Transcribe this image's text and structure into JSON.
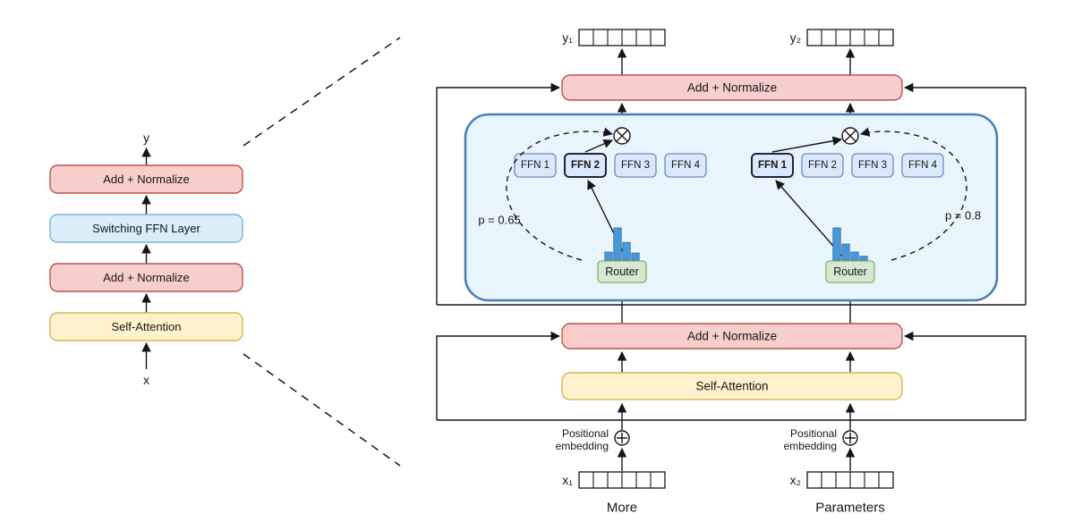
{
  "palette": {
    "norm_fill": "#f8cecc",
    "norm_stroke": "#b85450",
    "attn_fill": "#fff2cc",
    "attn_stroke": "#d6b656",
    "switch_fill": "#daeef9",
    "switch_stroke": "#7fb1d8",
    "container_fill": "#e9f5fc",
    "container_stroke": "#4a7fb5",
    "expert_fill": "#dae8fc",
    "expert_stroke": "#6c8ebf",
    "router_fill": "#d5e8d4",
    "router_stroke": "#82b366",
    "hist_fill": "#4a98d9",
    "hist_stroke": "#2e6da4"
  },
  "left_stack": {
    "output_label": "y",
    "input_label": "x",
    "layers": [
      {
        "label": "Add + Normalize"
      },
      {
        "label": "Switching FFN Layer"
      },
      {
        "label": "Add + Normalize"
      },
      {
        "label": "Self-Attention"
      }
    ]
  },
  "right": {
    "add_normalize_top": "Add + Normalize",
    "add_normalize_bottom": "Add + Normalize",
    "self_attention": "Self-Attention",
    "tokens": [
      {
        "output_label": "y₁",
        "input_label": "x₁",
        "word": "More",
        "cells": 6,
        "positional_line1": "Positional",
        "positional_line2": "embedding"
      },
      {
        "output_label": "y₂",
        "input_label": "x₂",
        "word": "Parameters",
        "cells": 6,
        "positional_line1": "Positional",
        "positional_line2": "embedding"
      }
    ],
    "switch_layer": {
      "groups": [
        {
          "experts": [
            "FFN 1",
            "FFN 2",
            "FFN 3",
            "FFN 4"
          ],
          "selected_index": 1,
          "probability_label": "p = 0.65",
          "router_label": "Router",
          "histogram": [
            0.25,
            1.0,
            0.55,
            0.22
          ]
        },
        {
          "experts": [
            "FFN 1",
            "FFN 2",
            "FFN 3",
            "FFN 4"
          ],
          "selected_index": 0,
          "probability_label": "p = 0.8",
          "router_label": "Router",
          "histogram": [
            1.0,
            0.5,
            0.25,
            0.12
          ]
        }
      ]
    }
  }
}
